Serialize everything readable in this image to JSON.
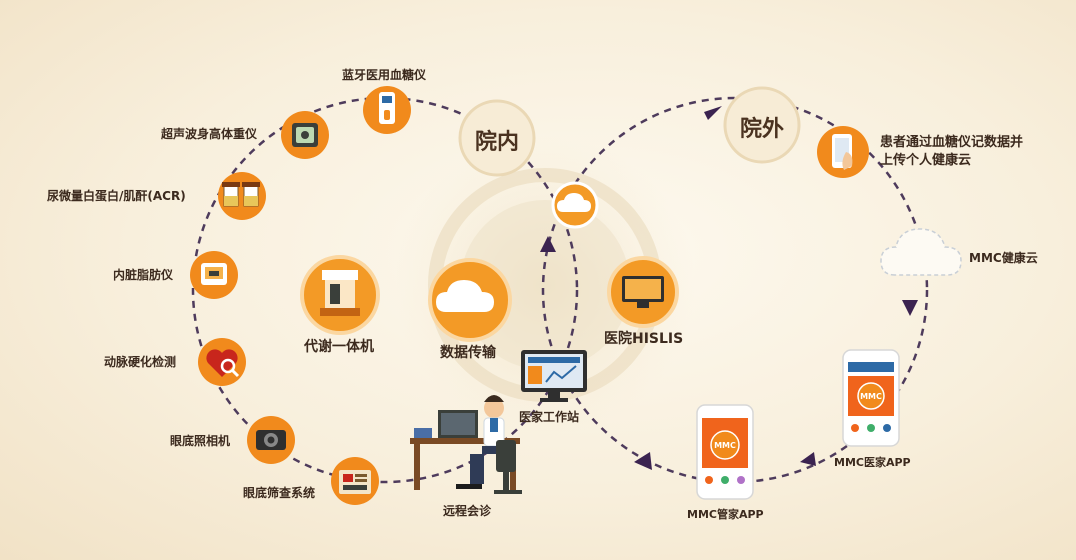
{
  "zones": {
    "inside": "院内",
    "outside": "院外"
  },
  "inner_nodes": [
    {
      "id": "metabolic",
      "label": "代谢一体机"
    },
    {
      "id": "data",
      "label": "数据传输"
    },
    {
      "id": "his",
      "label": "医院HISLIS"
    }
  ],
  "left_devices": [
    {
      "id": "glucometer",
      "label": "蓝牙医用血糖仪"
    },
    {
      "id": "ultrasound",
      "label": "超声波身高体重仪"
    },
    {
      "id": "acr",
      "label": "尿微量白蛋白/肌酐(ACR)"
    },
    {
      "id": "visceral",
      "label": "内脏脂肪仪"
    },
    {
      "id": "arterio",
      "label": "动脉硬化检测"
    },
    {
      "id": "fundus-camera",
      "label": "眼底照相机"
    },
    {
      "id": "fundus-screen",
      "label": "眼底筛查系统"
    }
  ],
  "bottom": {
    "remote": "远程会诊",
    "workstation": "医家工作站"
  },
  "right_flow": {
    "patient": "患者通过血糖仪记数据并上传个人健康云",
    "cloud": "MMC健康云",
    "doctor_app": "MMC医家APP",
    "manager_app": "MMC管家APP"
  },
  "brand_text": "MMC",
  "colors": {
    "orange": "#f18a1c",
    "deep_orange": "#e86a0e",
    "arrow": "#3b2350",
    "path": "#4e3b5c"
  }
}
